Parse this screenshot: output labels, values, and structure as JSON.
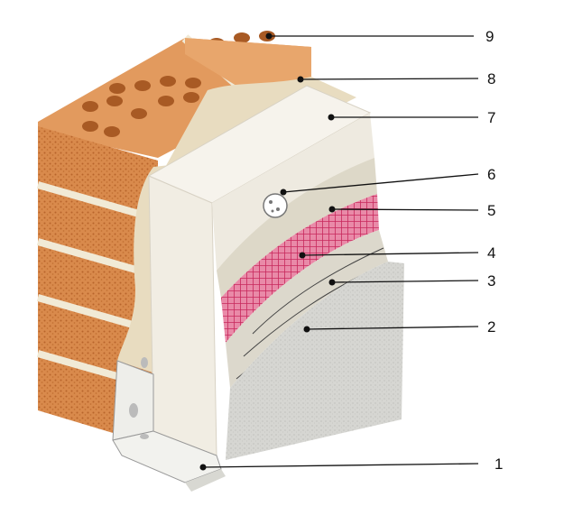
{
  "colors": {
    "brick": "#d98a4c",
    "brick_dark": "#b8642c",
    "mortar": "#f1ead6",
    "adhesive": "#e8dcc0",
    "insulation": "#f3efe6",
    "base_coat": "#ddd8c8",
    "mesh": "#d8487a",
    "plaster": "#d8d8d4",
    "profile": "#eeeeea",
    "leader": "#111111"
  },
  "callouts": [
    {
      "id": "1",
      "label": "1"
    },
    {
      "id": "2",
      "label": "2"
    },
    {
      "id": "3",
      "label": "3"
    },
    {
      "id": "4",
      "label": "4"
    },
    {
      "id": "5",
      "label": "5"
    },
    {
      "id": "6",
      "label": "6"
    },
    {
      "id": "7",
      "label": "7"
    },
    {
      "id": "8",
      "label": "8"
    },
    {
      "id": "9",
      "label": "9"
    }
  ]
}
